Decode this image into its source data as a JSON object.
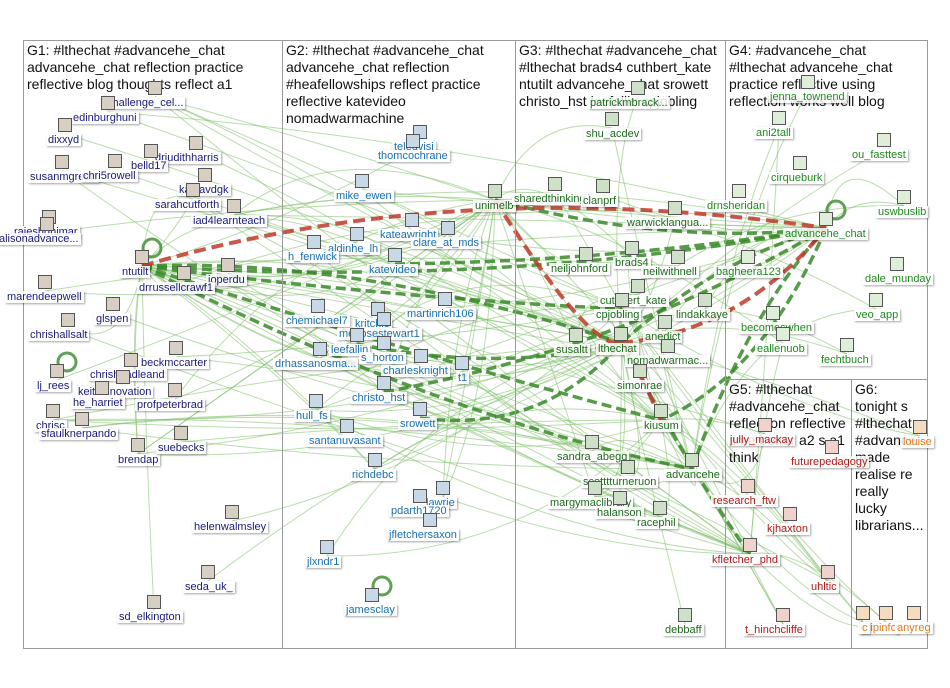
{
  "colors": {
    "edge_green": "#3a8a2a",
    "edge_light": "#7fbf6a",
    "edge_red": "#c0392b",
    "g1_text": "#1a1a7a",
    "g2_text": "#1a6fb0",
    "g3_text": "#1d6a1d",
    "g4_text": "#1f8a1f",
    "g5_text": "#b01818",
    "g6_text": "#e07a20"
  },
  "groups": [
    {
      "id": "G1",
      "label": "G1: #lthechat #advancehe_chat\nadvancehe_chat reflection practice\nreflective blog thoughts reflect a1"
    },
    {
      "id": "G2",
      "label": "G2: #lthechat #advancehe_chat\nadvancehe_chat reflection\n#heafellowships reflect practice\nreflective katevideo\nnomadwarmachine"
    },
    {
      "id": "G3",
      "label": "G3: #lthechat #advancehe_chat\n#lthechat brads4 cuthbert_kate\nntutilt advancehe_chat srowett\nchristo_hst leefallin cpjobling"
    },
    {
      "id": "G4",
      "label": "G4: #advancehe_chat\n#lthechat advancehe_chat\npractice reflective using\nreflection works well blog"
    },
    {
      "id": "G5",
      "label": "G5: #lthechat\n#advancehe_chat\nreflection reflective\ntime better a2 s a1\nthink"
    },
    {
      "id": "G6",
      "label": "G6:\ntonight s\n#lthechat\n#advance...\nmade\nrealise re\nreally\nlucky\nlibrarians..."
    }
  ],
  "nodes": [
    {
      "group": "G1",
      "label": "challenge_cel..."
    },
    {
      "group": "G1",
      "label": "edinburghuni"
    },
    {
      "group": "G1",
      "label": "dixxyd"
    },
    {
      "group": "G1",
      "label": "drjudithharris"
    },
    {
      "group": "G1",
      "label": "belld17"
    },
    {
      "group": "G1",
      "label": "susanmgreen"
    },
    {
      "group": "G1",
      "label": "chri5rowell"
    },
    {
      "group": "G1",
      "label": "katyavdgk"
    },
    {
      "group": "G1",
      "label": "sarahcutforth"
    },
    {
      "group": "G1",
      "label": "iad4learnteach"
    },
    {
      "group": "G1",
      "label": "rajeshdhimar"
    },
    {
      "group": "G1",
      "label": "alisonadvance..."
    },
    {
      "group": "G1",
      "label": "ntutilt"
    },
    {
      "group": "G1",
      "label": "joperdu"
    },
    {
      "group": "G1",
      "label": "drrussellcrawf1"
    },
    {
      "group": "G1",
      "label": "marendeepwell"
    },
    {
      "group": "G1",
      "label": "glspen"
    },
    {
      "group": "G1",
      "label": "chrishallsalt"
    },
    {
      "group": "G1",
      "label": "beckmccarter"
    },
    {
      "group": "G1",
      "label": "chrisheadleand"
    },
    {
      "group": "G1",
      "label": "lj_rees"
    },
    {
      "group": "G1",
      "label": "keithinnovation"
    },
    {
      "group": "G1",
      "label": "he_harriet"
    },
    {
      "group": "G1",
      "label": "profpeterbrad"
    },
    {
      "group": "G1",
      "label": "chrisc"
    },
    {
      "group": "G1",
      "label": "sfaulknerpando"
    },
    {
      "group": "G1",
      "label": "brendap"
    },
    {
      "group": "G1",
      "label": "suebecks"
    },
    {
      "group": "G1",
      "label": "helenwalmsley"
    },
    {
      "group": "G1",
      "label": "seda_uk_"
    },
    {
      "group": "G1",
      "label": "sd_elkington"
    },
    {
      "group": "G2",
      "label": "teledvisi"
    },
    {
      "group": "G2",
      "label": "thomcochrane"
    },
    {
      "group": "G2",
      "label": "mike_ewen"
    },
    {
      "group": "G2",
      "label": "kateawright"
    },
    {
      "group": "G2",
      "label": "aldinhe_lh"
    },
    {
      "group": "G2",
      "label": "clare_at_mds"
    },
    {
      "group": "G2",
      "label": "h_fenwick"
    },
    {
      "group": "G2",
      "label": "katevideo"
    },
    {
      "group": "G2",
      "label": "chemichael7"
    },
    {
      "group": "G2",
      "label": "kritchie"
    },
    {
      "group": "G2",
      "label": "martinrich106"
    },
    {
      "group": "G2",
      "label": "melrosestewart1"
    },
    {
      "group": "G2",
      "label": "leefallin"
    },
    {
      "group": "G2",
      "label": "drhassanosma..."
    },
    {
      "group": "G2",
      "label": "s_horton"
    },
    {
      "group": "G2",
      "label": "charlesknight"
    },
    {
      "group": "G2",
      "label": "t1"
    },
    {
      "group": "G2",
      "label": "christo_hst"
    },
    {
      "group": "G2",
      "label": "hull_fs"
    },
    {
      "group": "G2",
      "label": "srowett"
    },
    {
      "group": "G2",
      "label": "santanuvasant"
    },
    {
      "group": "G2",
      "label": "richdebc"
    },
    {
      "group": "G2",
      "label": "lawrie"
    },
    {
      "group": "G2",
      "label": "pdarth1720"
    },
    {
      "group": "G2",
      "label": "jfletchersaxon"
    },
    {
      "group": "G2",
      "label": "jlxndr1"
    },
    {
      "group": "G2",
      "label": "jamesclay"
    },
    {
      "group": "G3",
      "label": "patrickmbrack..."
    },
    {
      "group": "G3",
      "label": "shu_acdev"
    },
    {
      "group": "G3",
      "label": "unimelb"
    },
    {
      "group": "G3",
      "label": "sharedthinking"
    },
    {
      "group": "G3",
      "label": "clanprf"
    },
    {
      "group": "G3",
      "label": "warwicklangua..."
    },
    {
      "group": "G3",
      "label": "neiljohnford"
    },
    {
      "group": "G3",
      "label": "brads4"
    },
    {
      "group": "G3",
      "label": "neilwithnell"
    },
    {
      "group": "G3",
      "label": "cuthbert_kate"
    },
    {
      "group": "G3",
      "label": "cpjobling"
    },
    {
      "group": "G3",
      "label": "lindakkaye"
    },
    {
      "group": "G3",
      "label": "susaltt"
    },
    {
      "group": "G3",
      "label": "lthechat"
    },
    {
      "group": "G3",
      "label": "anedict"
    },
    {
      "group": "G3",
      "label": "nomadwarmac..."
    },
    {
      "group": "G3",
      "label": "simonrae"
    },
    {
      "group": "G3",
      "label": "kiusum"
    },
    {
      "group": "G3",
      "label": "sandra_abegg"
    },
    {
      "group": "G3",
      "label": "advancehe"
    },
    {
      "group": "G3",
      "label": "scotttturneruon"
    },
    {
      "group": "G3",
      "label": "margymaclibrary"
    },
    {
      "group": "G3",
      "label": "halanson"
    },
    {
      "group": "G3",
      "label": "racephil"
    },
    {
      "group": "G3",
      "label": "debbaff"
    },
    {
      "group": "G4",
      "label": "jenna_townend"
    },
    {
      "group": "G4",
      "label": "ani2tall"
    },
    {
      "group": "G4",
      "label": "ou_fasttest"
    },
    {
      "group": "G4",
      "label": "cirqueburk"
    },
    {
      "group": "G4",
      "label": "drnsheridan"
    },
    {
      "group": "G4",
      "label": "uswbuslib"
    },
    {
      "group": "G4",
      "label": "advancehe_chat"
    },
    {
      "group": "G4",
      "label": "bagheera123"
    },
    {
      "group": "G4",
      "label": "dale_munday"
    },
    {
      "group": "G4",
      "label": "veo_app"
    },
    {
      "group": "G4",
      "label": "becomeswhen"
    },
    {
      "group": "G4",
      "label": "eallenuob"
    },
    {
      "group": "G4",
      "label": "fechtbuch"
    },
    {
      "group": "G5",
      "label": "jully_mackay"
    },
    {
      "group": "G5",
      "label": "research_ftw"
    },
    {
      "group": "G5",
      "label": "futurepedagogy"
    },
    {
      "group": "G5",
      "label": "kjhaxton"
    },
    {
      "group": "G5",
      "label": "kfletcher_phd"
    },
    {
      "group": "G5",
      "label": "uhltic"
    },
    {
      "group": "G5",
      "label": "t_hinchcliffe"
    },
    {
      "group": "G6",
      "label": "cilipinfo"
    },
    {
      "group": "G6",
      "label": "anyreg"
    },
    {
      "group": "G6",
      "label": "c"
    },
    {
      "group": "G6",
      "label": "louise"
    }
  ]
}
